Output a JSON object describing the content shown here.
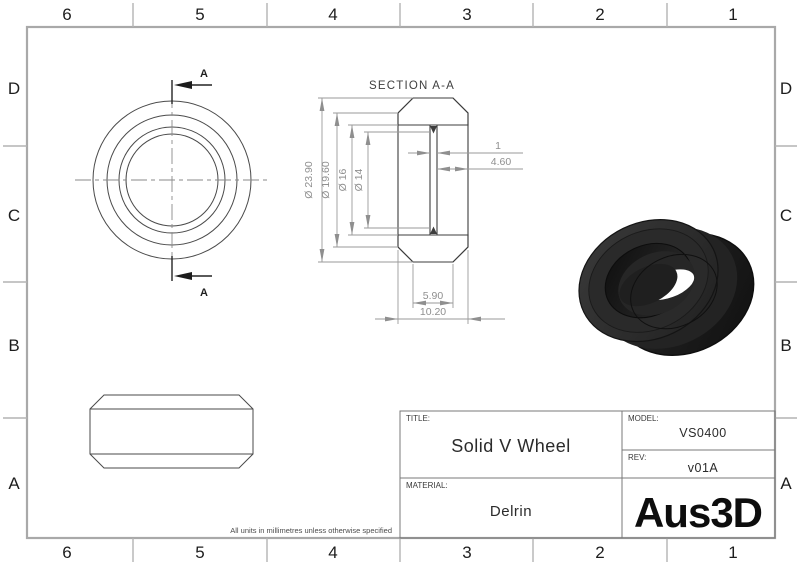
{
  "drawing": {
    "grid": {
      "columns": [
        "6",
        "5",
        "4",
        "3",
        "2",
        "1"
      ],
      "rows": [
        "D",
        "C",
        "B",
        "A"
      ]
    },
    "note": "All units in millimetres unless otherwise specified",
    "front_view": {
      "section_arrow_label": "A"
    },
    "section_view": {
      "title": "SECTION A-A",
      "dimensions": {
        "outer_diameter": "Ø 23.90",
        "chamfer_diameter": "Ø 19.60",
        "bore_diameter": "Ø 16",
        "rib_bore_diameter": "Ø 14",
        "rib_width": "1",
        "bore_depth": "4.60",
        "tread_width": "5.90",
        "overall_width": "10.20"
      }
    },
    "title_block": {
      "title_label": "TITLE:",
      "title": "Solid V Wheel",
      "model_label": "MODEL:",
      "model": "VS0400",
      "rev_label": "REV:",
      "rev": "v01A",
      "material_label": "MATERIAL:",
      "material": "Delrin",
      "logo": "Aus3D"
    },
    "colors": {
      "edge_line": "#3d3d3d",
      "dimension_line": "#9a9a9a",
      "sheet_border": "#a9a9a9",
      "render_body": "#262626"
    }
  }
}
